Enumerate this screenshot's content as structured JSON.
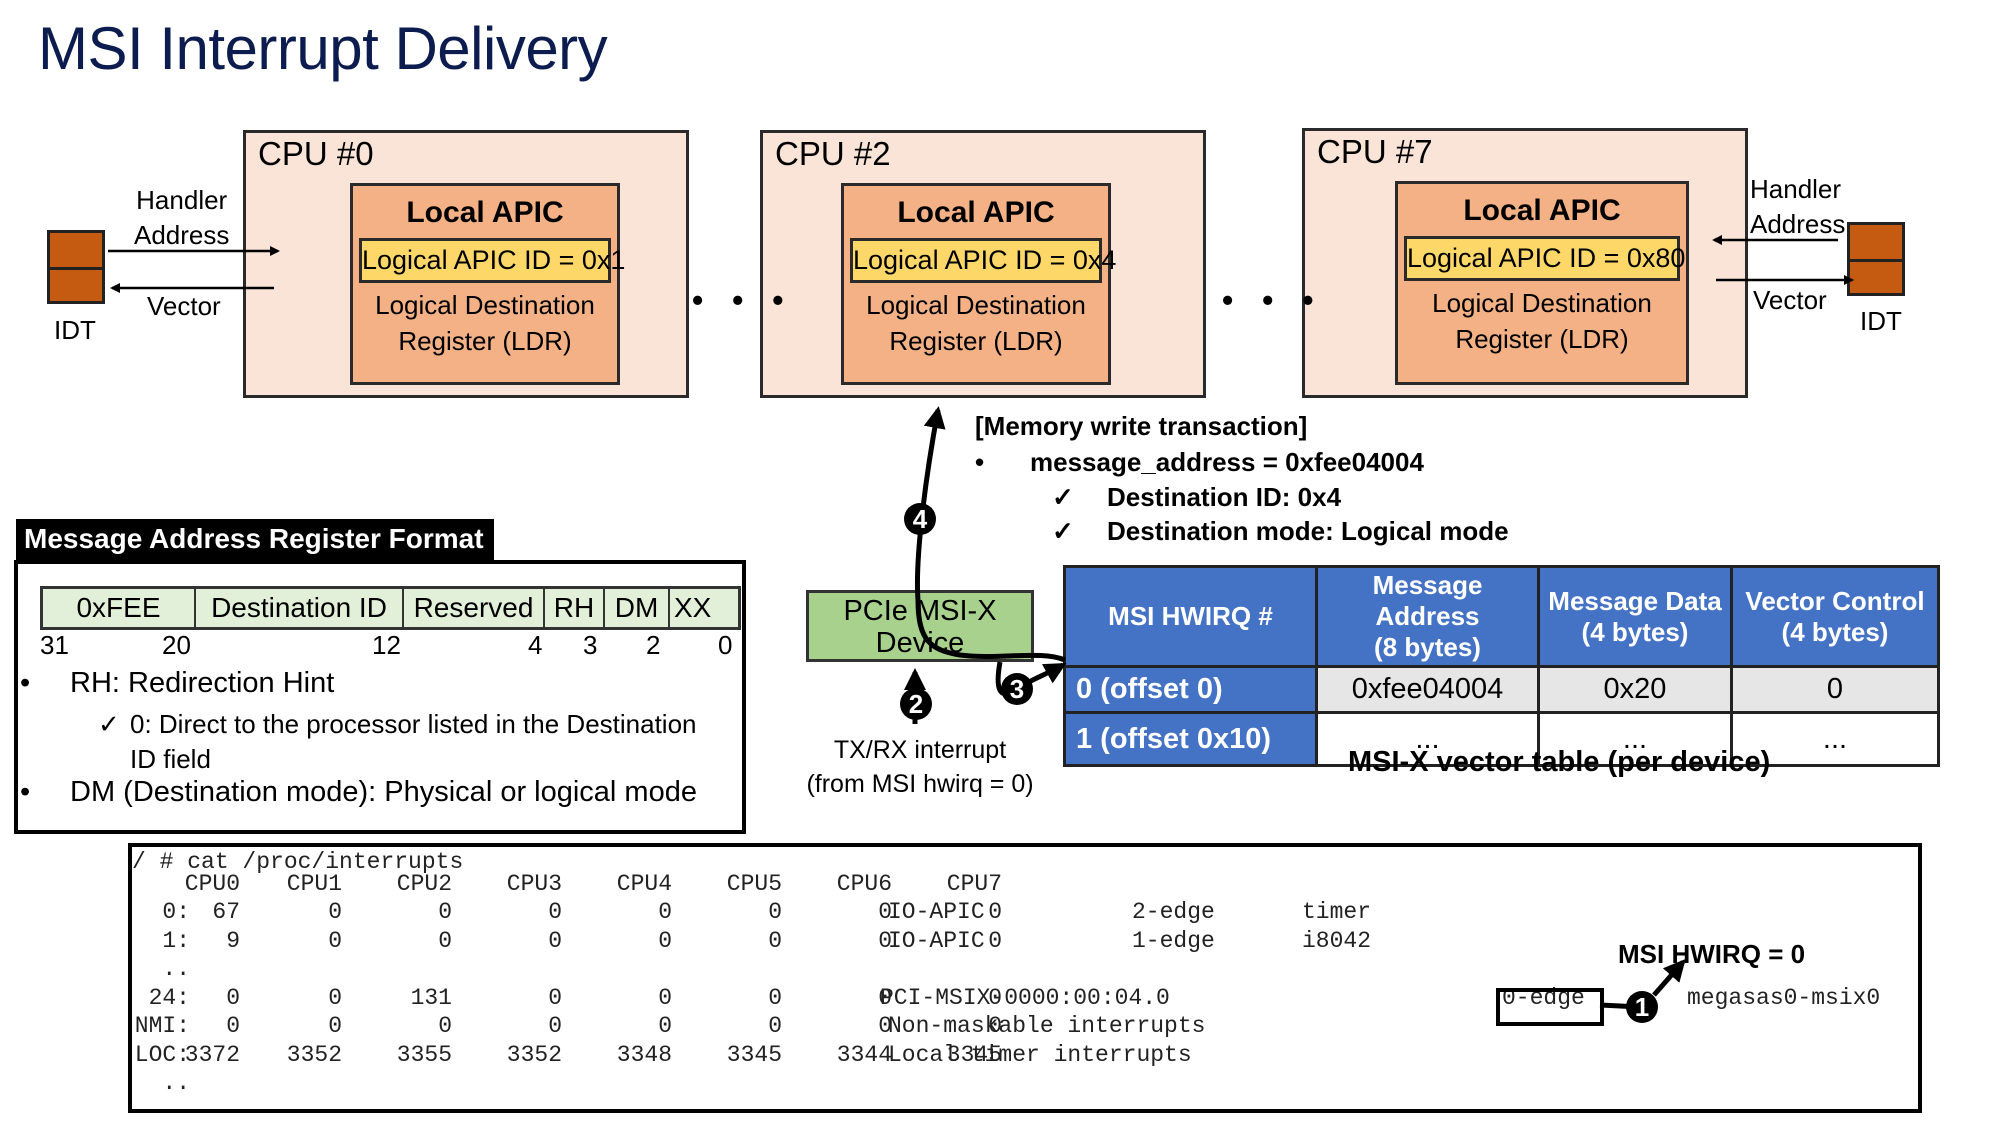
{
  "title": "MSI Interrupt Delivery",
  "cpus": [
    {
      "label": "CPU #0",
      "apic_title": "Local APIC",
      "apic_id": "Logical APIC ID = 0x1",
      "ldr_line1": "Logical Destination",
      "ldr_line2": "Register (LDR)"
    },
    {
      "label": "CPU #2",
      "apic_title": "Local APIC",
      "apic_id": "Logical APIC ID = 0x4",
      "ldr_line1": "Logical Destination",
      "ldr_line2": "Register (LDR)"
    },
    {
      "label": "CPU #7",
      "apic_title": "Local APIC",
      "apic_id": "Logical APIC ID = 0x80",
      "ldr_line1": "Logical Destination",
      "ldr_line2": "Register (LDR)"
    }
  ],
  "idt": {
    "label": "IDT",
    "handler_line1": "Handler",
    "handler_line2": "Address",
    "vector": "Vector"
  },
  "ellipsis": "• • •",
  "memory_write": {
    "heading": "[Memory write transaction]",
    "bullet": "•",
    "address": "message_address = 0xfee04004",
    "check": "✓",
    "dest_id": "Destination ID: 0x4",
    "dest_mode": "Destination mode: Logical mode"
  },
  "message_address_register": {
    "heading": "Message Address Register Format",
    "fields": [
      "0xFEE",
      "Destination ID",
      "Reserved",
      "RH",
      "DM",
      "XX"
    ],
    "bit_positions": [
      "31",
      "20",
      "12",
      "4",
      "3",
      "2",
      "0"
    ],
    "bullet": "•",
    "check": "✓",
    "rh_title": "RH: Redirection Hint",
    "rh_detail_line1": "0: Direct to the processor listed in the Destination",
    "rh_detail_line2": "ID field",
    "dm_title": "DM (Destination mode): Physical or logical mode"
  },
  "pcie_device": {
    "line1": "PCIe MSI-X",
    "line2": "Device",
    "source_line1": "TX/RX interrupt",
    "source_line2": "(from MSI hwirq = 0)"
  },
  "steps": [
    "1",
    "2",
    "3",
    "4"
  ],
  "vector_table": {
    "headers": [
      {
        "line1": "MSI HWIRQ #",
        "line2": ""
      },
      {
        "line1": "Message Address",
        "line2": "(8 bytes)"
      },
      {
        "line1": "Message Data",
        "line2": "(4 bytes)"
      },
      {
        "line1": "Vector Control",
        "line2": "(4 bytes)"
      }
    ],
    "rows": [
      [
        "0 (offset 0)",
        "0xfee04004",
        "0x20",
        "0"
      ],
      [
        "1 (offset 0x10)",
        "...",
        "...",
        "..."
      ]
    ],
    "caption": "MSI-X vector table (per device)"
  },
  "terminal": {
    "command": "/ # cat /proc/interrupts",
    "cpu_headers": [
      "CPU0",
      "CPU1",
      "CPU2",
      "CPU3",
      "CPU4",
      "CPU5",
      "CPU6",
      "CPU7"
    ],
    "rows": [
      {
        "irq": "0:",
        "counts": [
          "67",
          "0",
          "0",
          "0",
          "0",
          "0",
          "0",
          "0"
        ],
        "chip": "IO-APIC",
        "hwirq": "2-edge",
        "name": "timer"
      },
      {
        "irq": "1:",
        "counts": [
          "9",
          "0",
          "0",
          "0",
          "0",
          "0",
          "0",
          "0"
        ],
        "chip": "IO-APIC",
        "hwirq": "1-edge",
        "name": "i8042"
      },
      {
        "irq": "..",
        "counts": [],
        "chip": "",
        "hwirq": "",
        "name": ""
      },
      {
        "irq": "24:",
        "counts": [
          "0",
          "0",
          "131",
          "0",
          "0",
          "0",
          "0",
          "0"
        ],
        "chip": "PCI-MSIX-0000:00:04.0",
        "hwirq": "0-edge",
        "name": "megasas0-msix0"
      },
      {
        "irq": "NMI:",
        "counts": [
          "0",
          "0",
          "0",
          "0",
          "0",
          "0",
          "0",
          "0"
        ],
        "chip": "Non-maskable interrupts",
        "hwirq": "",
        "name": ""
      },
      {
        "irq": "LOC:",
        "counts": [
          "3372",
          "3352",
          "3355",
          "3352",
          "3348",
          "3345",
          "3344",
          "3345"
        ],
        "chip": "Local timer interrupts",
        "hwirq": "",
        "name": ""
      },
      {
        "irq": "..",
        "counts": [],
        "chip": "",
        "hwirq": "",
        "name": ""
      }
    ],
    "annotation": "MSI HWIRQ = 0"
  },
  "colors": {
    "title": "#0c1c4f",
    "cpu_fill": "#fae4d7",
    "apic_fill": "#f3b185",
    "apic_id_fill": "#fdd869",
    "idt_fill": "#c55a11",
    "pcie_fill": "#a9d18e",
    "register_fill": "#e2efd9",
    "table_header": "#4472c4",
    "table_row0": "#e7e6e6"
  }
}
